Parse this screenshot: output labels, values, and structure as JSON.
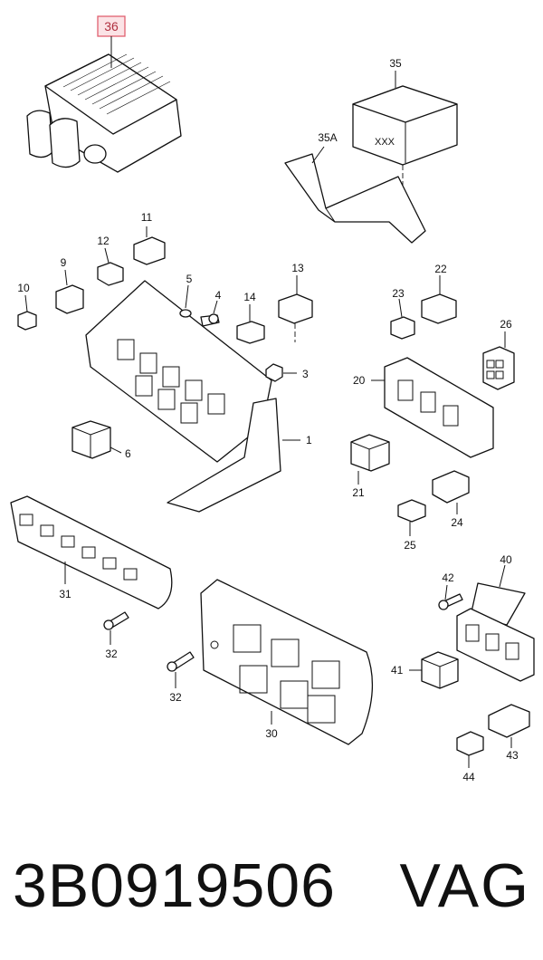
{
  "labels": {
    "p36": "36",
    "p35": "35",
    "p35a": "35A",
    "xxx": "XXX",
    "p11": "11",
    "p12": "12",
    "p9": "9",
    "p10": "10",
    "p5": "5",
    "p4": "4",
    "p13": "13",
    "p14": "14",
    "p3": "3",
    "p1": "1",
    "p6": "6",
    "p22": "22",
    "p23": "23",
    "p26": "26",
    "p20": "20",
    "p21": "21",
    "p24": "24",
    "p25": "25",
    "p31": "31",
    "p32a": "32",
    "p32b": "32",
    "p30": "30",
    "p40": "40",
    "p42": "42",
    "p41": "41",
    "p43": "43",
    "p44": "44"
  },
  "highlighted_label": "36",
  "highlight_color": "#e06070",
  "highlight_fill": "#fbe3e6",
  "footer": {
    "part_number": "3B0919506",
    "brand": "VAG"
  }
}
